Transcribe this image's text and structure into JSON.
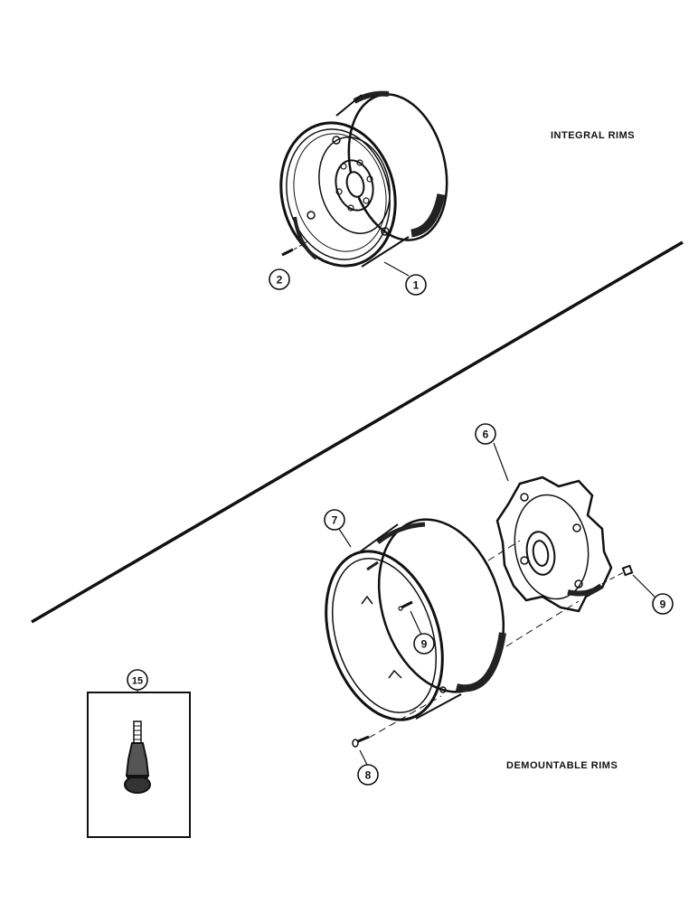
{
  "labels": {
    "integral": "INTEGRAL RIMS",
    "demountable": "DEMOUNTABLE RIMS"
  },
  "callouts": {
    "c1": "1",
    "c2": "2",
    "c6": "6",
    "c7": "7",
    "c9a": "9",
    "c9b": "9",
    "c8": "8",
    "c15": "15"
  }
}
